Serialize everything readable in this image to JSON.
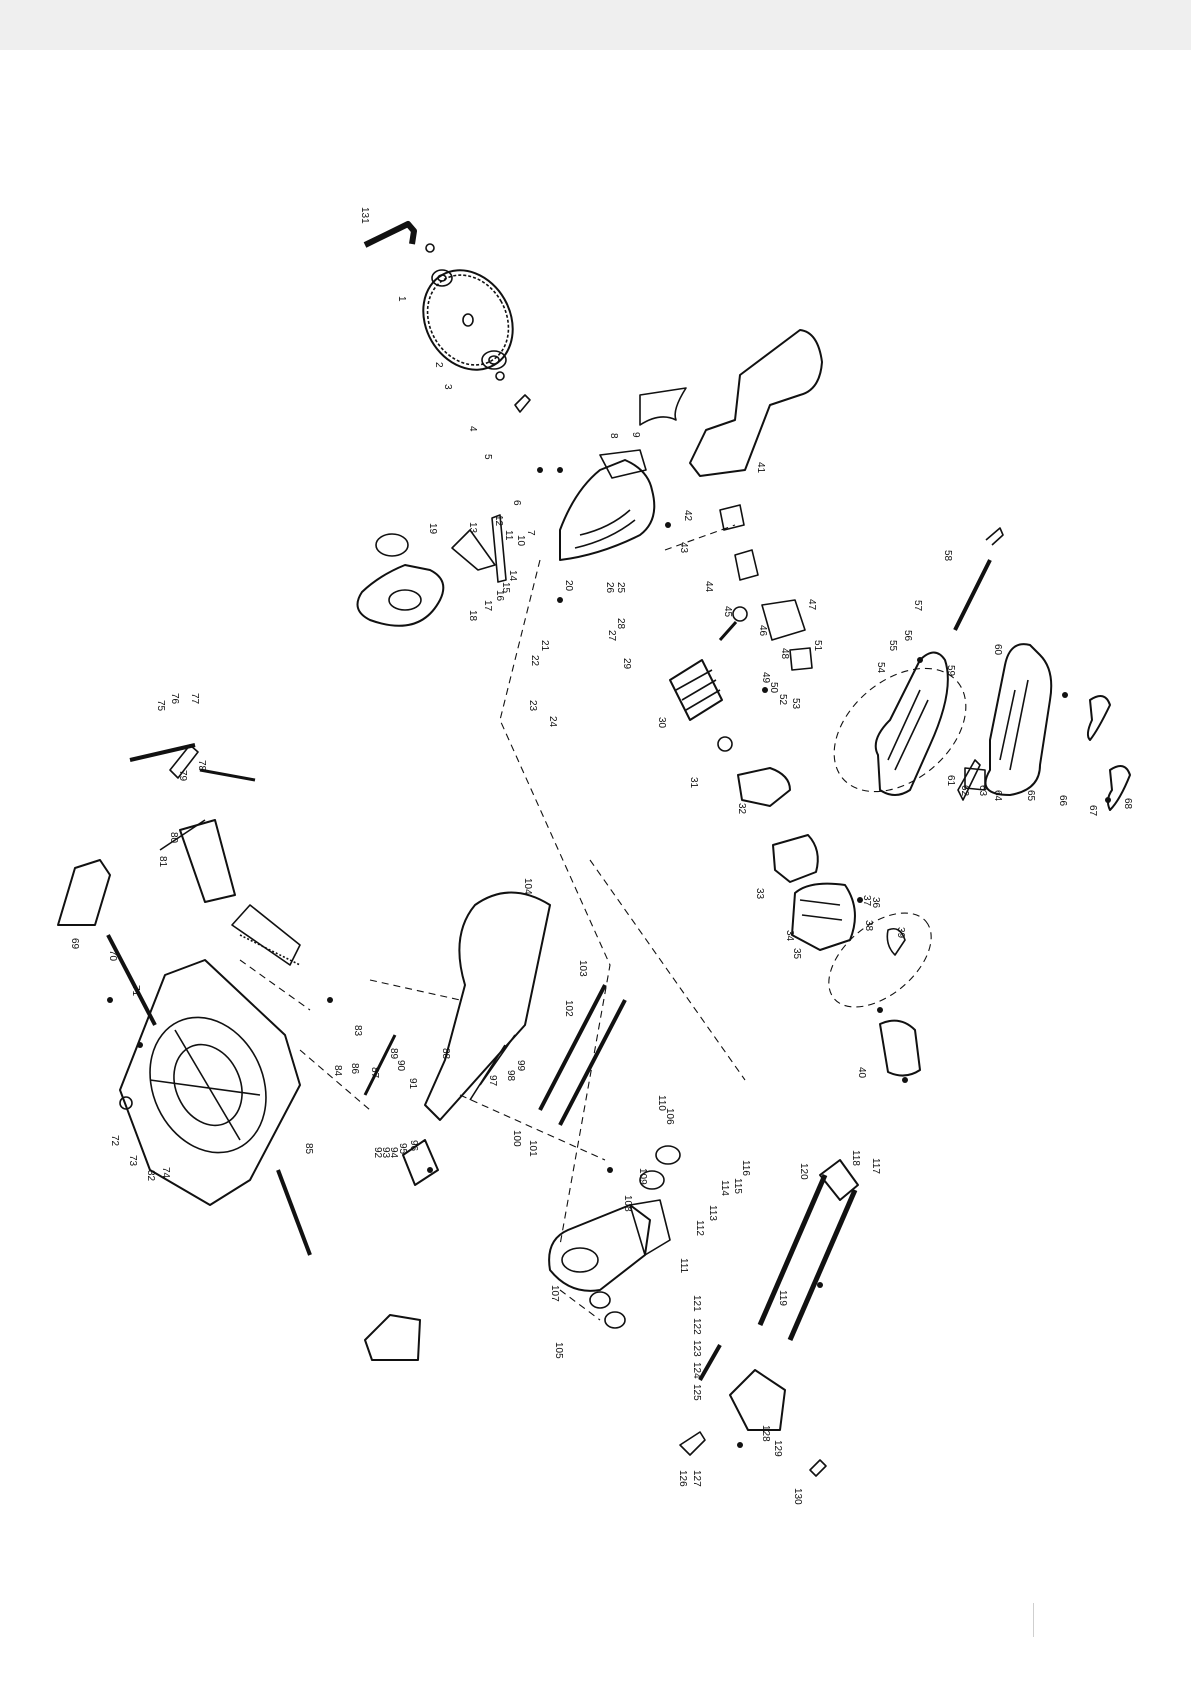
{
  "colors": {
    "background": "#ffffff",
    "topbar": "#efefef",
    "ink": "#111111"
  },
  "diagram": {
    "part_numbers": {
      "blade_assembly": [
        "131",
        "1",
        "2",
        "3",
        "4",
        "5",
        "6",
        "7",
        "8",
        "9",
        "10",
        "11",
        "12",
        "13",
        "14",
        "15",
        "16",
        "17",
        "18",
        "19",
        "20"
      ],
      "motor_head": [
        "21",
        "22",
        "23",
        "24",
        "25",
        "26",
        "27",
        "28",
        "29",
        "30",
        "31",
        "32",
        "33",
        "34",
        "35",
        "36",
        "37",
        "38",
        "39",
        "40",
        "41",
        "42",
        "43",
        "44",
        "45",
        "46",
        "47",
        "48",
        "49",
        "50",
        "51",
        "52",
        "53"
      ],
      "handle": [
        "54",
        "55",
        "56",
        "57",
        "58",
        "59",
        "60",
        "61",
        "62",
        "63",
        "64",
        "65",
        "66",
        "67",
        "68"
      ],
      "table_left": [
        "69",
        "70",
        "71",
        "72",
        "73",
        "74",
        "75",
        "76",
        "77",
        "78",
        "79",
        "80",
        "81",
        "82"
      ],
      "rail_section": [
        "83",
        "84",
        "85",
        "86",
        "87",
        "88",
        "89",
        "90",
        "91",
        "92",
        "93",
        "94",
        "95",
        "96",
        "97",
        "98",
        "99",
        "100",
        "101",
        "102",
        "103",
        "104"
      ],
      "slide": [
        "105",
        "106",
        "107",
        "108",
        "109",
        "110",
        "111",
        "112",
        "113",
        "114",
        "115",
        "116",
        "117",
        "118",
        "119",
        "120",
        "121",
        "122",
        "123",
        "124",
        "125",
        "126",
        "127",
        "128",
        "129",
        "130"
      ]
    }
  }
}
